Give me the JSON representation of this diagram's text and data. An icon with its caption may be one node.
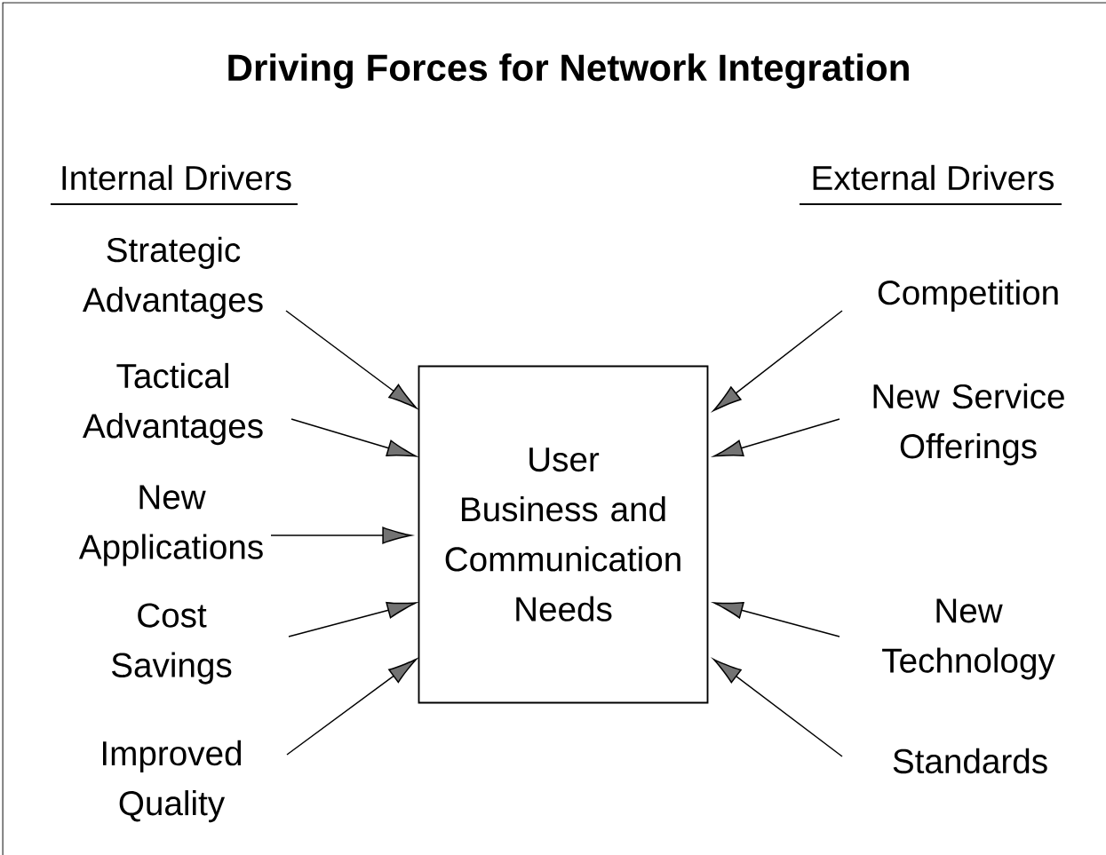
{
  "diagram": {
    "title": "Driving Forces for Network Integration",
    "nodes": [
      {
        "text": [
          "Strategic Advantages"
        ]
      },
      {
        "text": [
          "Tactical Advantages"
        ]
      },
      {
        "text": [
          "New Applications"
        ]
      },
      {
        "text": [
          "Cost Savings"
        ]
      },
      {
        "text": [
          "Improved Quality"
        ]
      },
      {
        "text": [
          "User Business and Communication Needs"
        ]
      },
      {
        "text": [
          "Competition"
        ]
      },
      {
        "text": [
          "New Service Offerings"
        ]
      },
      {
        "text": [
          "New Technology"
        ]
      },
      {
        "text": [
          "Standards"
        ]
      }
    ],
    "edges": [
      {
        "from": 0,
        "to": 5,
        "arrow": "to"
      },
      {
        "from": 1,
        "to": 5,
        "arrow": "to"
      },
      {
        "from": 2,
        "to": 5,
        "arrow": "to"
      },
      {
        "from": 3,
        "to": 5,
        "arrow": "to"
      },
      {
        "from": 4,
        "to": 5,
        "arrow": "to"
      },
      {
        "from": 6,
        "to": 5,
        "arrow": "to"
      },
      {
        "from": 7,
        "to": 5,
        "arrow": "to"
      },
      {
        "from": 8,
        "to": 5,
        "arrow": "to"
      },
      {
        "from": 9,
        "to": 5,
        "arrow": "to"
      }
    ],
    "labels": [
      "Internal Drivers",
      "External Drivers"
    ]
  }
}
